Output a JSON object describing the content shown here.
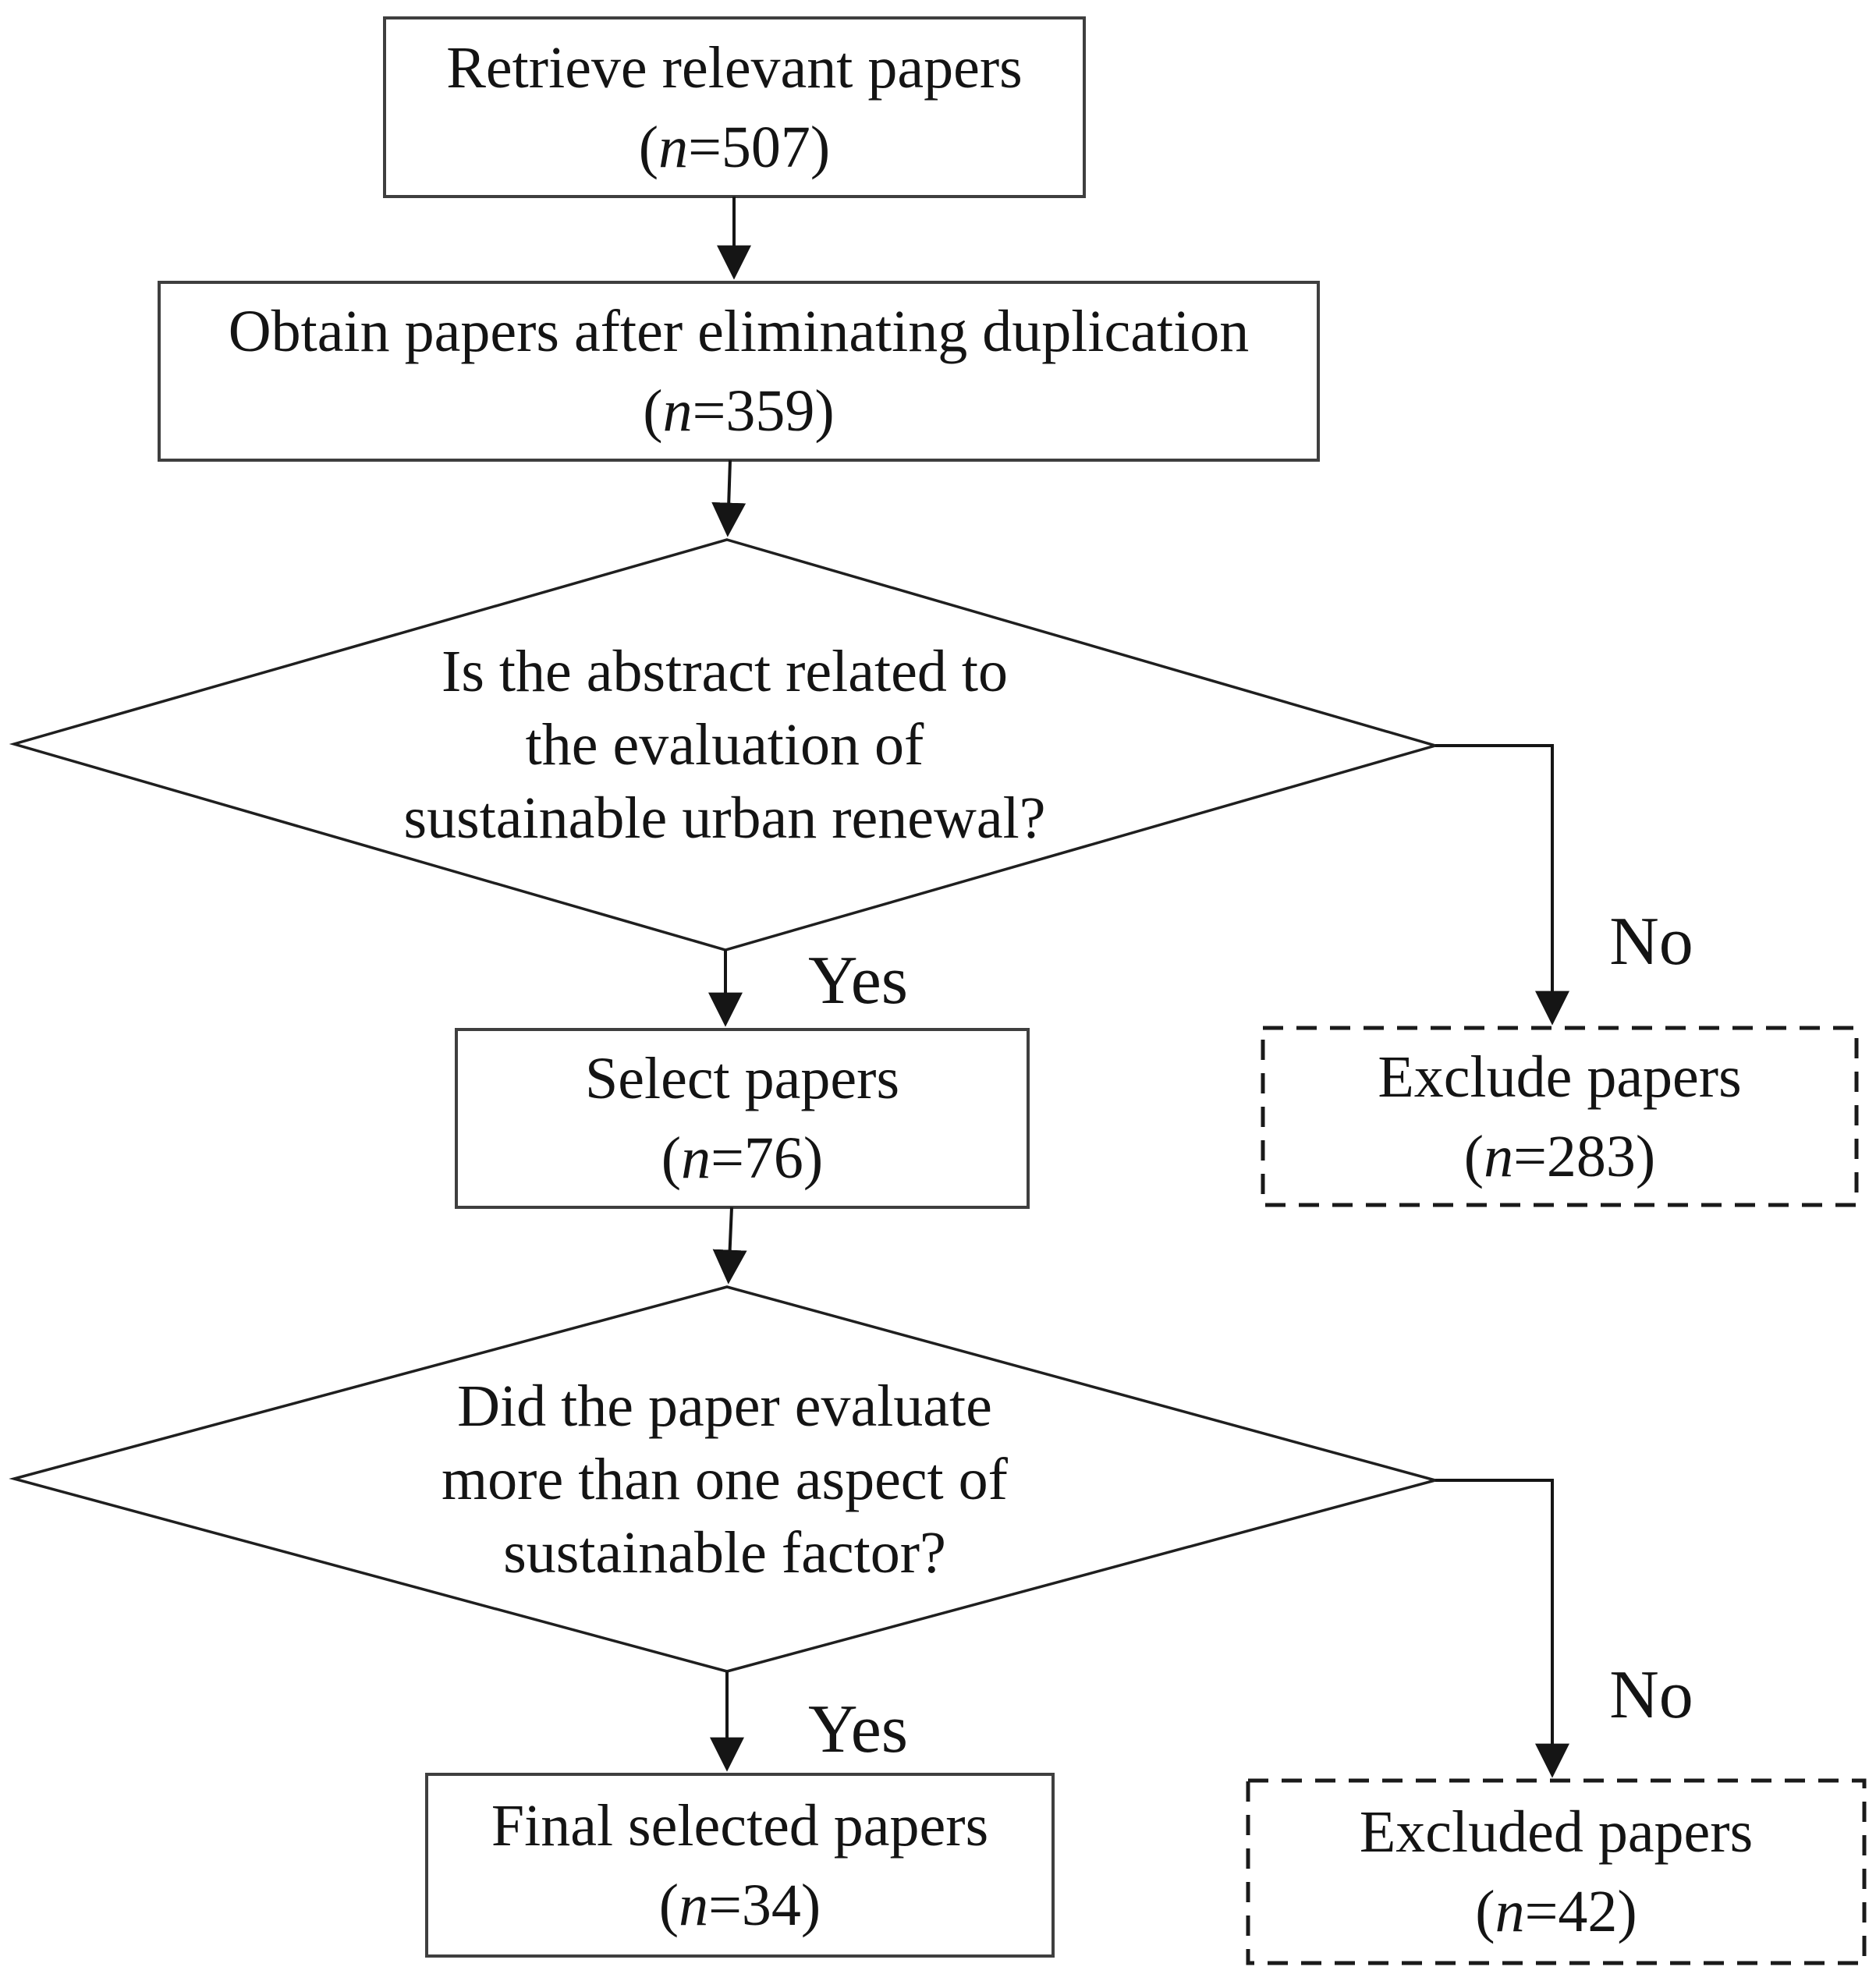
{
  "figure": {
    "background": "#ffffff",
    "line_color": "#151515",
    "solid_border_color": "#3f3f3f",
    "dashed_border_color": "#1a1a1a",
    "text_color": "#141414"
  },
  "nodes": {
    "retrieve": {
      "label": "Retrieve relevant papers",
      "count_pre": "(",
      "count_var": "n",
      "count_post": "=507)"
    },
    "obtain": {
      "label": "Obtain papers after eliminating duplication",
      "count_pre": "(",
      "count_var": "n",
      "count_post": "=359)"
    },
    "decision1": {
      "lines": [
        "Is the abstract related to",
        "the evaluation of",
        "sustainable urban renewal?"
      ]
    },
    "select": {
      "label": "Select papers",
      "count_pre": "(",
      "count_var": "n",
      "count_post": "=76)"
    },
    "exclude1": {
      "label": "Exclude papers",
      "count_pre": "(",
      "count_var": "n",
      "count_post": "=283)"
    },
    "decision2": {
      "lines": [
        "Did the paper evaluate",
        "more than one aspect of",
        "sustainable factor?"
      ]
    },
    "final": {
      "label": "Final selected papers",
      "count_pre": "(",
      "count_var": "n",
      "count_post": "=34)"
    },
    "exclude2": {
      "label": "Excluded papers",
      "count_pre": "(",
      "count_var": "n",
      "count_post": "=42)"
    }
  },
  "edge_labels": {
    "yes1": "Yes",
    "no1": "No",
    "yes2": "Yes",
    "no2": "No"
  }
}
